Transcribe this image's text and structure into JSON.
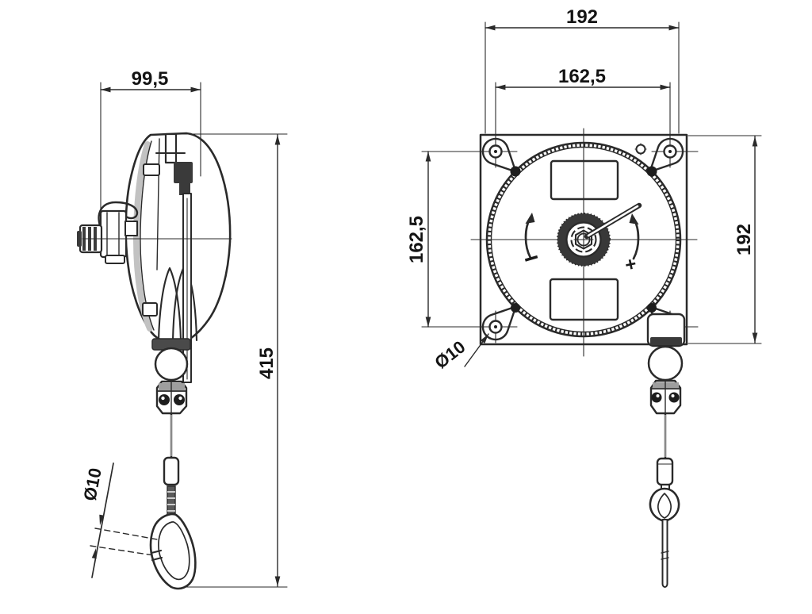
{
  "drawing": {
    "side_view": {
      "top_width": "99,5",
      "overall_height": "415",
      "cable_diameter": "Ø10"
    },
    "front_view": {
      "overall_width": "192",
      "hole_spacing_horizontal": "162,5",
      "hole_spacing_vertical": "162,5",
      "overall_height": "192",
      "mounting_hole_diameter": "Ø10",
      "tension_decrease": "−",
      "tension_increase": "+"
    },
    "colors": {
      "line": "#2a2a2a",
      "dark_fill": "#3a3a3a",
      "shade_gray": "#9e9e9e",
      "background": "#ffffff"
    }
  }
}
